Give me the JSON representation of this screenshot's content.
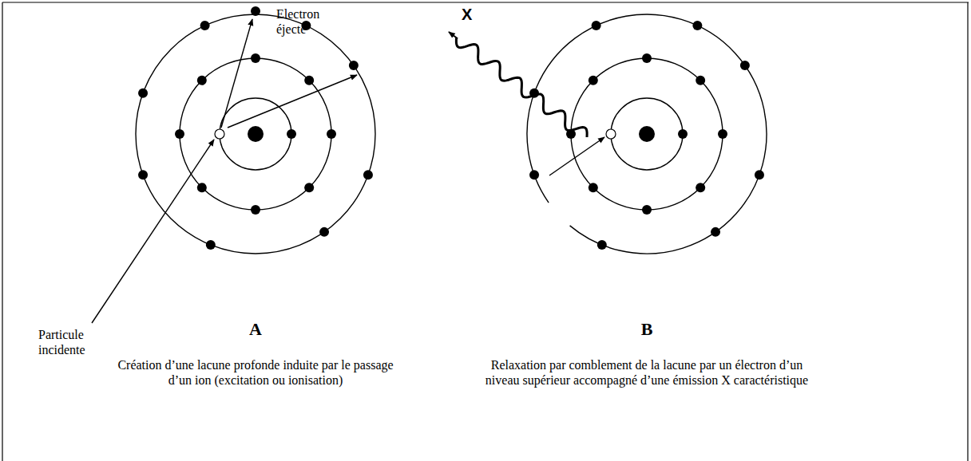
{
  "diagram": {
    "labels": [
      "Electron éjecté",
      "Particule incidente",
      "A",
      "Création d’une lacune profonde induite par le passage d’un ion (excitation ou ionisation)",
      "X",
      "B",
      "Relaxation par comblement de la lacune par un électron d’un niveau supérieur accompagné d’une émission X caractéristique"
    ]
  }
}
